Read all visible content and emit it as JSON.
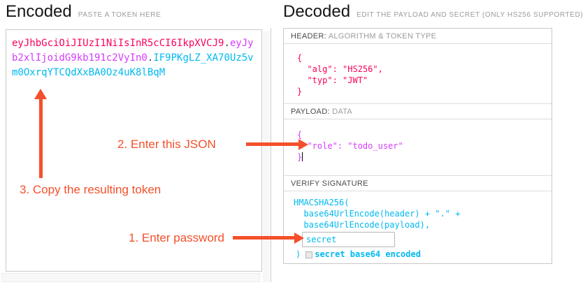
{
  "encoded": {
    "title": "Encoded",
    "subtitle": "PASTE A TOKEN HERE",
    "token": {
      "header_segment": "eyJhbGciOiJIUzI1NiIsInR5cCI6IkpXVCJ9",
      "dot1": ".",
      "payload_segment": "eyJyb2xlIjoidG9kb191c2VyIn0",
      "dot2": ".",
      "signature_segment": "IF9PKgLZ_XA70Uz5vm0OxrqYTCQdXxBA0Oz4uK8lBqM"
    }
  },
  "decoded": {
    "title": "Decoded",
    "subtitle": "EDIT THE PAYLOAD AND SECRET (ONLY HS256 SUPPORTED)",
    "header_section": {
      "label_strong": "HEADER:",
      "label_light": "ALGORITHM & TOKEN TYPE",
      "lines": [
        "{",
        "  \"alg\": \"HS256\",",
        "  \"typ\": \"JWT\"",
        "}"
      ]
    },
    "payload_section": {
      "label_strong": "PAYLOAD:",
      "label_light": "DATA",
      "lines": [
        "{",
        "  \"role\": \"todo_user\"",
        "}"
      ]
    },
    "signature_section": {
      "label_strong": "VERIFY SIGNATURE",
      "lines": [
        "HMACSHA256(",
        "  base64UrlEncode(header) + \".\" +",
        "  base64UrlEncode(payload),"
      ],
      "secret_value": "secret",
      "closing_paren": ")",
      "checkbox_label": "secret base64 encoded"
    }
  },
  "annotations": {
    "step1": "1. Enter password",
    "step2": "2. Enter this JSON",
    "step3": "3. Copy the resulting token"
  },
  "colors": {
    "token_header": "#fb015b",
    "token_payload": "#d63aff",
    "token_signature": "#00b9f1",
    "annotation": "#f4502b"
  }
}
